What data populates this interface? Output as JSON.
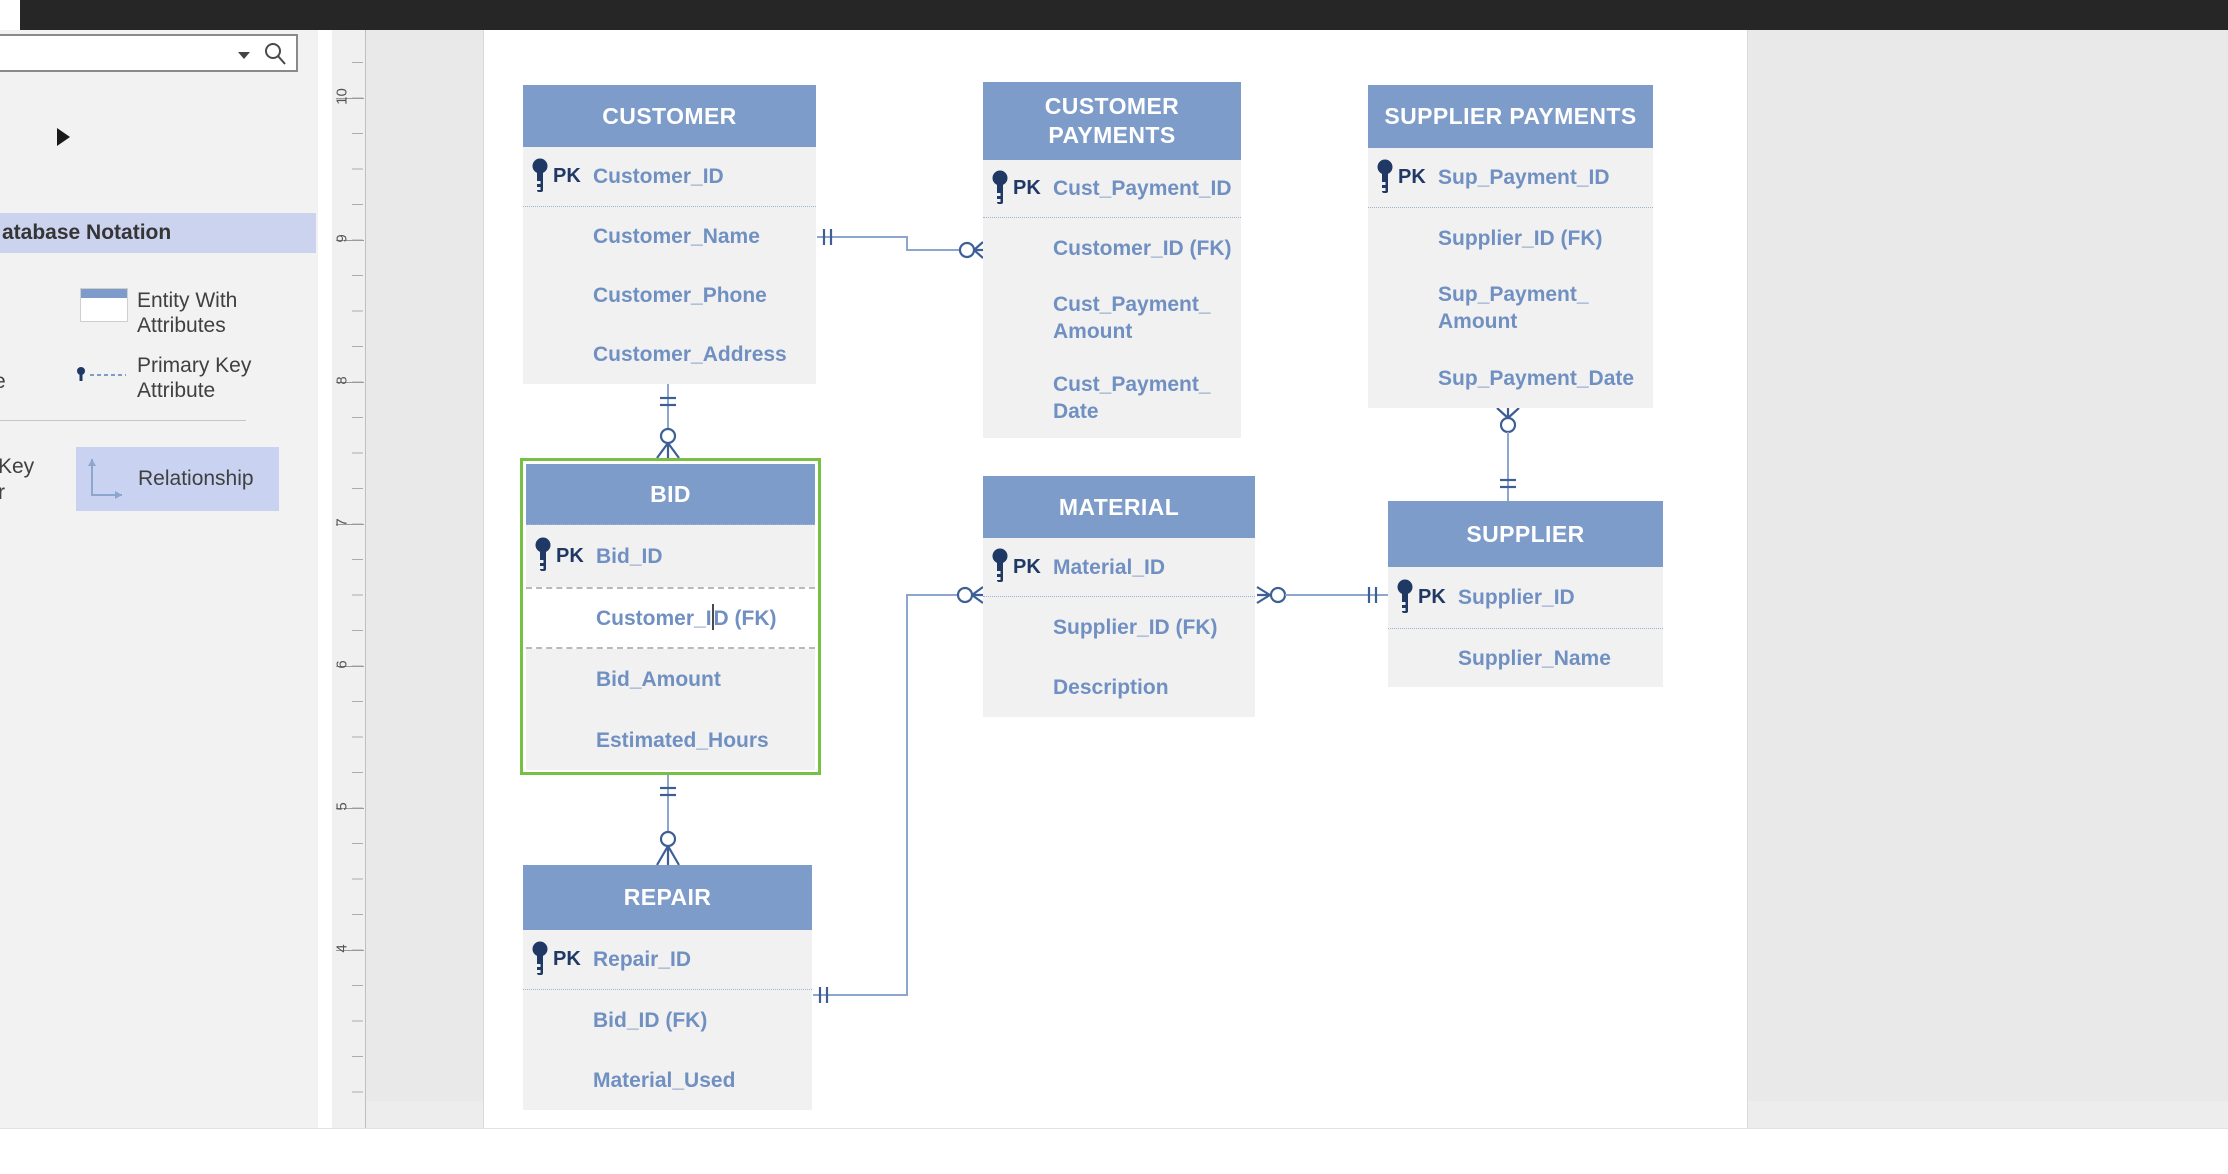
{
  "app": {
    "top_bar_color": "#262626"
  },
  "shapes_panel": {
    "search": {
      "value": "",
      "placeholder": ""
    },
    "section_header": "atabase Notation",
    "items": [
      {
        "label": "Entity With Attributes",
        "selected": false
      },
      {
        "label": "Primary Key Attribute",
        "selected": false
      },
      {
        "label": "Relationship",
        "selected": true
      }
    ],
    "clipped_fragments": {
      "a": "e",
      "b": "Key",
      "c": "r"
    }
  },
  "ruler": {
    "labels": [
      "10",
      "9",
      "8",
      "7",
      "6",
      "5",
      "4"
    ]
  },
  "diagram": {
    "pk_label": "PK",
    "entities": [
      {
        "name": "CUSTOMER",
        "pk": "Customer_ID",
        "attributes": [
          "Customer_Name",
          "Customer_Phone",
          "Customer_Address"
        ]
      },
      {
        "name": "CUSTOMER PAYMENTS",
        "pk": "Cust_Payment_ID",
        "attributes": [
          "Customer_ID (FK)",
          "Cust_Payment_ Amount",
          "Cust_Payment_ Date"
        ]
      },
      {
        "name": "SUPPLIER PAYMENTS",
        "pk": "Sup_Payment_ID",
        "attributes": [
          "Supplier_ID (FK)",
          "Sup_Payment_ Amount",
          "Sup_Payment_Date"
        ]
      },
      {
        "name": "BID",
        "pk": "Bid_ID",
        "selected": true,
        "attributes": [
          "Customer_ID (FK)",
          "Bid_Amount",
          "Estimated_Hours"
        ],
        "edit": {
          "before_caret": "Customer_I",
          "after_caret": "D (FK)"
        }
      },
      {
        "name": "MATERIAL",
        "pk": "Material_ID",
        "attributes": [
          "Supplier_ID (FK)",
          "Description"
        ]
      },
      {
        "name": "SUPPLIER",
        "pk": "Supplier_ID",
        "attributes": [
          "Supplier_Name"
        ]
      },
      {
        "name": "REPAIR",
        "pk": "Repair_ID",
        "attributes": [
          "Bid_ID (FK)",
          "Material_Used"
        ]
      }
    ],
    "relationships": [
      {
        "from": "CUSTOMER",
        "to": "CUSTOMER PAYMENTS",
        "from_end": "one",
        "to_end": "zero-or-many"
      },
      {
        "from": "CUSTOMER",
        "to": "BID",
        "from_end": "one",
        "to_end": "zero-or-many"
      },
      {
        "from": "BID",
        "to": "REPAIR",
        "from_end": "one",
        "to_end": "zero-or-many"
      },
      {
        "from": "REPAIR",
        "to": "MATERIAL",
        "from_end": "one",
        "to_end": "zero-or-many"
      },
      {
        "from": "SUPPLIER",
        "to": "MATERIAL",
        "from_end": "one",
        "to_end": "zero-or-many"
      },
      {
        "from": "SUPPLIER",
        "to": "SUPPLIER PAYMENTS",
        "from_end": "one",
        "to_end": "zero-or-many"
      }
    ]
  },
  "colors": {
    "entity_header": "#7D9CC9",
    "entity_body": "#F1F1F2",
    "attribute_text": "#7090C2",
    "pk_text": "#1F3864",
    "selection_green": "#76C043",
    "connector_line": "#8CA6CE",
    "connector_marker": "#3E5F96",
    "stencil_header_bg": "#CBD3EE",
    "stencil_selected_bg": "#C9D2F1",
    "canvas_bg": "#E9E9E9",
    "top_bar": "#262626"
  }
}
